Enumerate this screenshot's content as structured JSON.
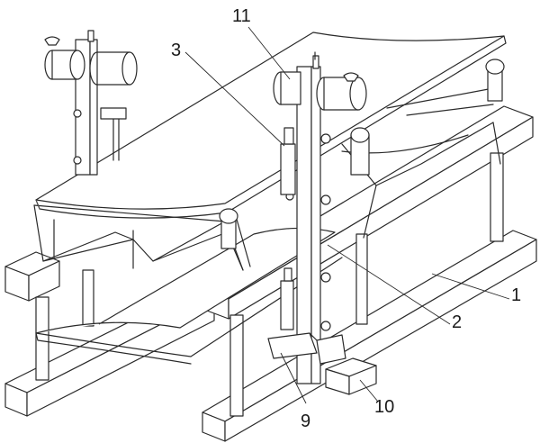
{
  "figure": {
    "labels": {
      "l1": "1",
      "l2": "2",
      "l3": "3",
      "l9": "9",
      "l10": "10",
      "l11": "11"
    }
  }
}
